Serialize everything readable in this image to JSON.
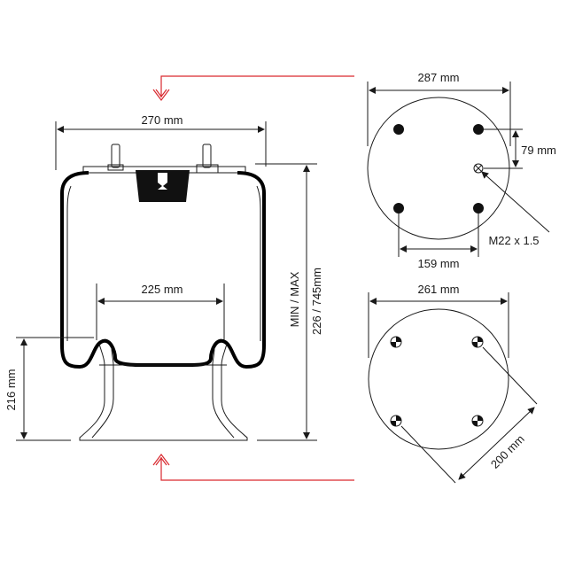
{
  "dimensions": {
    "top_plate_width": "270 mm",
    "piston_width": "225 mm",
    "piston_height": "216 mm",
    "min_max_label": "MIN / MAX",
    "min_max_value": "226 / 745mm",
    "top_plate_diameter": "287 mm",
    "top_hole_offset": "79 mm",
    "top_bolt_spacing": "159 mm",
    "thread_spec": "M22 x 1.5",
    "bottom_plate_diameter": "261 mm",
    "bottom_bolt_circle": "200 mm"
  },
  "colors": {
    "line": "#1a1a1a",
    "section_arrow": "#d9292f",
    "bellow_fill": "#ffffff",
    "plate_fill": "#111111"
  }
}
